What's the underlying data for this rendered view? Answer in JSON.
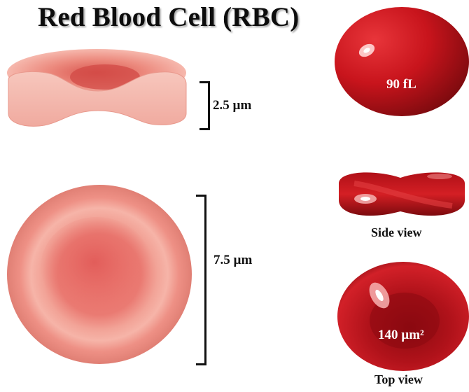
{
  "title": "Red Blood Cell (RBC)",
  "measurements": {
    "thickness": "2.5 µm",
    "diameter": "7.5 µm",
    "volume": "90 fL",
    "surface_area": "140 µm²"
  },
  "captions": {
    "side_view": "Side view",
    "top_view": "Top view"
  },
  "colors": {
    "cell_light": "#f4b9ae",
    "cell_mid": "#e9786c",
    "cell_red": "#c8141c",
    "cell_dark": "#7a0a0e"
  }
}
